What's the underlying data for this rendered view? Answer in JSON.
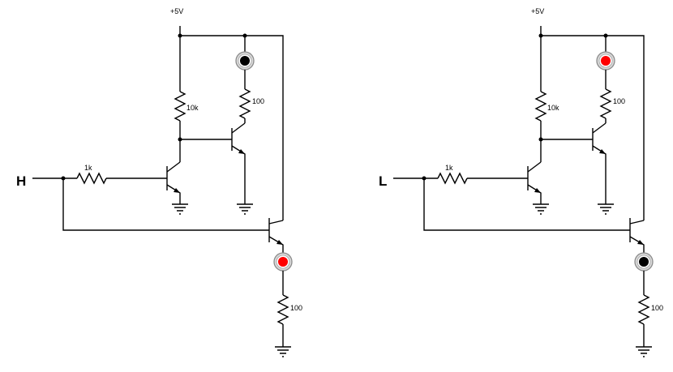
{
  "circuits": [
    {
      "id": "left",
      "supply_label": "+5V",
      "input_state": "H",
      "input_resistor": "1k",
      "base_resistor": "10k",
      "top_led_resistor": "100",
      "bottom_led_resistor": "100",
      "top_led_lit": false,
      "bottom_led_lit": true
    },
    {
      "id": "right",
      "supply_label": "+5V",
      "input_state": "L",
      "input_resistor": "1k",
      "base_resistor": "10k",
      "top_led_resistor": "100",
      "bottom_led_resistor": "100",
      "top_led_lit": true,
      "bottom_led_lit": false
    }
  ],
  "colors": {
    "led_on": "#ff0000",
    "led_off": "#000000",
    "led_ring": "#b0b0b0",
    "wire": "#000000"
  }
}
